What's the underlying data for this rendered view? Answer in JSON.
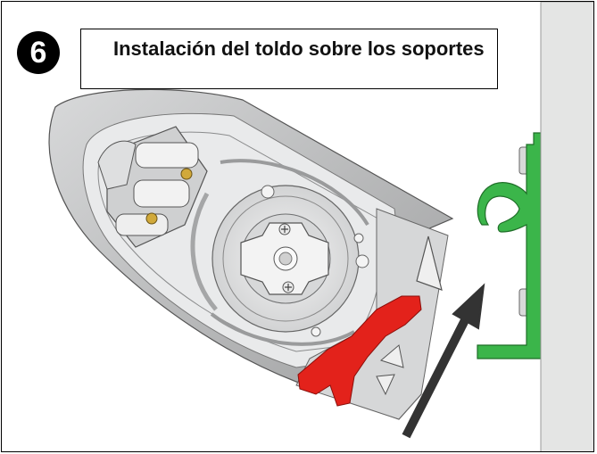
{
  "step": {
    "number": "6"
  },
  "title": "Instalación del toldo sobre los soportes",
  "colors": {
    "bracket": "#3bb54a",
    "latch": "#e3221b",
    "arrow": "#333333",
    "wall": "#e4e5e4",
    "housing": "#c9cacb"
  },
  "icons": [
    "step-number-badge",
    "awning-end-cap",
    "wall-bracket",
    "insertion-arrow"
  ]
}
